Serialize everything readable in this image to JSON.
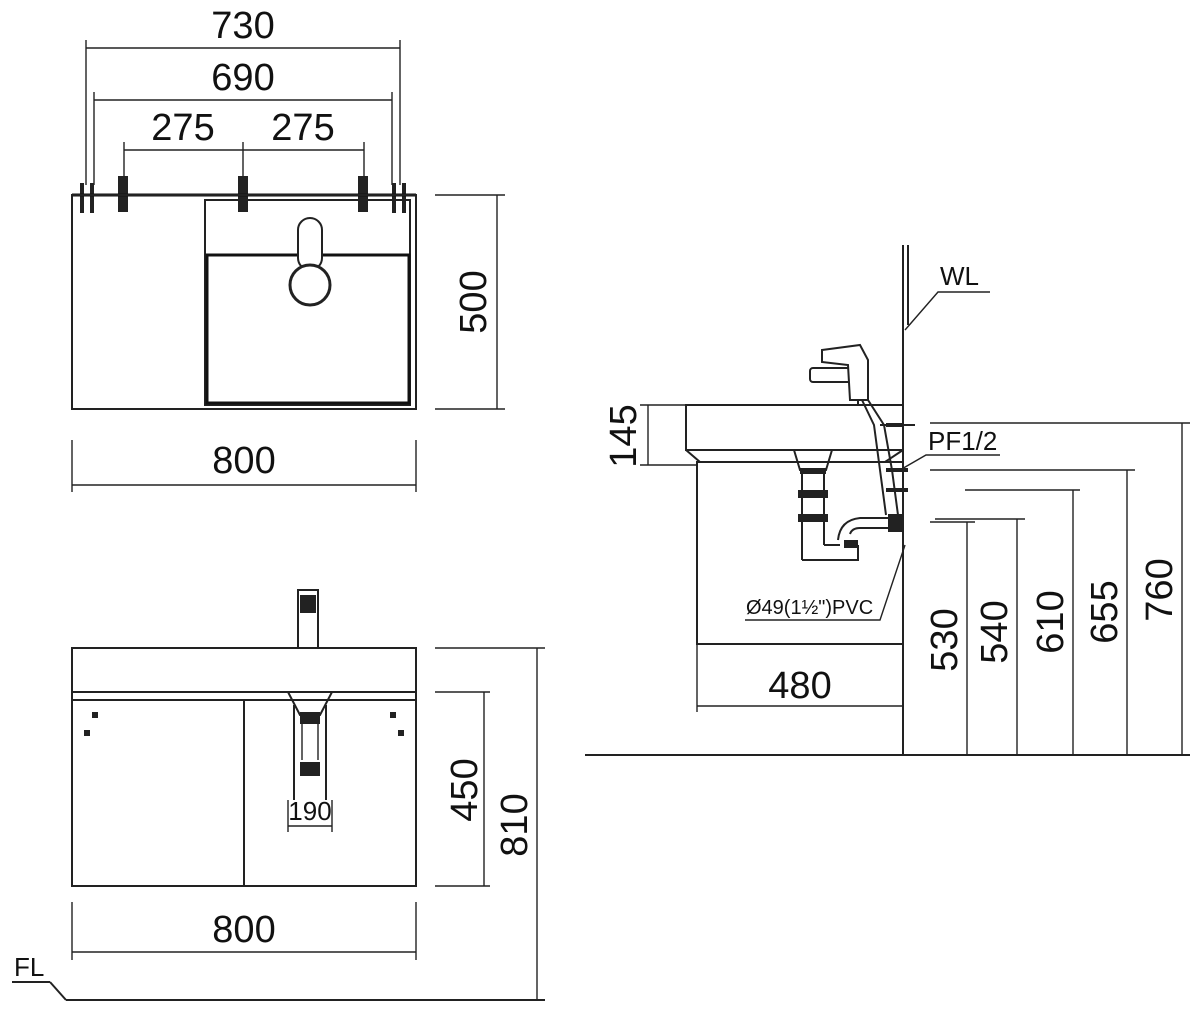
{
  "top_view": {
    "dim_overall": "730",
    "dim_inner": "690",
    "dim_left_spacing": "275",
    "dim_right_spacing": "275",
    "dim_depth": "500",
    "dim_width": "800"
  },
  "front_view": {
    "dim_cabinet_height": "450",
    "dim_total_height": "810",
    "dim_drain": "190",
    "dim_width": "800",
    "floor_label": "FL"
  },
  "side_view": {
    "wall_label": "WL",
    "dim_basin_thickness": "145",
    "supply_label": "PF1/2",
    "drain_label": "Ø49(1½\")PVC",
    "dim_depth": "480",
    "dim_530": "530",
    "dim_540": "540",
    "dim_610": "610",
    "dim_655": "655",
    "dim_760": "760"
  }
}
